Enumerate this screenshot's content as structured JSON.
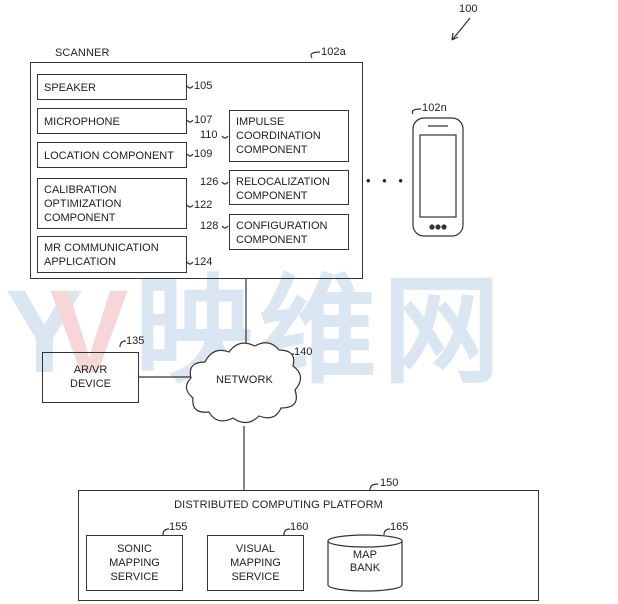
{
  "figure_ref": "100",
  "scanner": {
    "title": "SCANNER",
    "ref": "102a",
    "components": [
      {
        "label": "SPEAKER",
        "ref": "105"
      },
      {
        "label": "MICROPHONE",
        "ref": "107"
      },
      {
        "label": "LOCATION COMPONENT",
        "ref": "109"
      },
      {
        "label": "CALIBRATION OPTIMIZATION COMPONENT",
        "ref": "122"
      },
      {
        "label": "MR COMMUNICATION APPLICATION",
        "ref": "124"
      },
      {
        "label": "IMPULSE COORDINATION COMPONENT",
        "ref": "110"
      },
      {
        "label": "RELOCALIZATION COMPONENT",
        "ref": "126"
      },
      {
        "label": "CONFIGURATION COMPONENT",
        "ref": "128"
      }
    ]
  },
  "phone": {
    "ref": "102n",
    "ellipsis": "• • •"
  },
  "arvr": {
    "label": "AR/VR DEVICE",
    "ref": "135"
  },
  "network": {
    "label": "NETWORK",
    "ref": "140"
  },
  "platform": {
    "title": "DISTRIBUTED COMPUTING PLATFORM",
    "ref": "150",
    "services": [
      {
        "label": "SONIC MAPPING SERVICE",
        "ref": "155"
      },
      {
        "label": "VISUAL MAPPING SERVICE",
        "ref": "160"
      },
      {
        "label": "MAP BANK",
        "ref": "165"
      }
    ]
  },
  "watermark": {
    "y": "Y",
    "v": "V",
    "cn": "映维网",
    "colors": {
      "blue": "#8fb8dc",
      "red": "#e07a7a"
    }
  }
}
